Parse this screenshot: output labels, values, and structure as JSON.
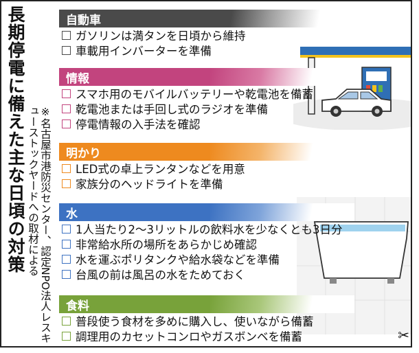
{
  "title": "長期停電に備えた主な日頃の対策",
  "source_note": "※名古屋市港防災センター、認定NPO法人レスキューストックヤードへの取材による",
  "colors": {
    "car": "#4a4a4a",
    "info": "#c2447e",
    "light": "#ee8a1f",
    "water": "#3d72c2",
    "food": "#78a23a"
  },
  "sections": [
    {
      "key": "car",
      "header": "自動車",
      "items": [
        "ガソリンは満タンを日頃から維持",
        "車載用インバーターを準備"
      ]
    },
    {
      "key": "info",
      "header": "情報",
      "items": [
        "スマホ用のモバイルバッテリーや乾電池を備蓄",
        "乾電池または手回し式のラジオを準備",
        "停電情報の入手法を確認"
      ]
    },
    {
      "key": "light",
      "header": "明かり",
      "items": [
        "LED式の卓上ランタンなどを用意",
        "家族分のヘッドライトを準備"
      ]
    },
    {
      "key": "water",
      "header": "水",
      "items": [
        "1人当たり2〜3リットルの飲料水を少なくとも3日分",
        "非常給水所の場所をあらかじめ確認",
        "水を運ぶポリタンクや給水袋などを準備",
        "台風の前は風呂の水をためておく"
      ]
    },
    {
      "key": "food",
      "header": "食料",
      "items": [
        "普段使う食材を多めに購入し、使いながら備蓄",
        "調理用のカセットコンロやガスボンベを備蓄"
      ]
    }
  ],
  "icons": {
    "scissors": "✂",
    "gas_station": "gas-station-icon",
    "bathtub": "bathtub-icon"
  }
}
